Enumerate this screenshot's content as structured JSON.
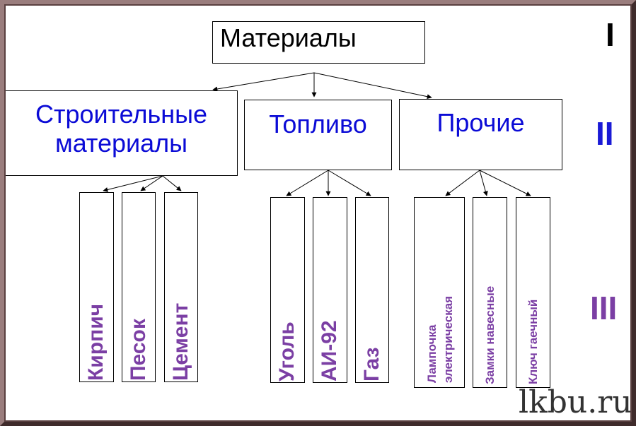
{
  "colors": {
    "category_text": "#0b0bd6",
    "leaf_text": "#7b3fa4",
    "level_i": "#000000",
    "level_roman": "#1a1ad6",
    "level_iii": "#7b3fa4"
  },
  "root": {
    "label": "Материалы"
  },
  "categories": [
    {
      "label_lines": [
        "Строительные",
        "материалы"
      ]
    },
    {
      "label_lines": [
        "Топливо"
      ]
    },
    {
      "label_lines": [
        "Прочие"
      ]
    }
  ],
  "leaves": [
    {
      "label": "Кирпич"
    },
    {
      "label": "Песок"
    },
    {
      "label": "Цемент"
    },
    {
      "label": "Уголь"
    },
    {
      "label": "АИ-92"
    },
    {
      "label": "Газ"
    },
    {
      "label_lines": [
        "Лампочка",
        "электрическая"
      ]
    },
    {
      "label": "Замки навесные"
    },
    {
      "label": "Ключ гаечный"
    }
  ],
  "levels": [
    "I",
    "II",
    "III"
  ],
  "watermark": "lkbu.ru"
}
